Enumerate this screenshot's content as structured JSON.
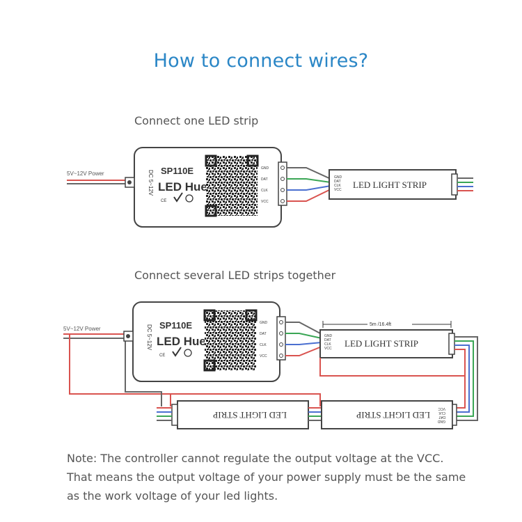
{
  "title": "How to connect wires?",
  "section1": {
    "heading": "Connect one LED strip",
    "power_label": "5V~12V Power",
    "controller": {
      "model": "SP110E",
      "brand": "LED Hue",
      "voltage": "DC 5~12V",
      "cert": "CE",
      "pins": [
        "GND",
        "DAT",
        "CLK",
        "VCC"
      ]
    },
    "strip_label": "LED LIGHT STRIP",
    "strip_pins": [
      "GND",
      "DAT",
      "CLK",
      "VCC"
    ]
  },
  "section2": {
    "heading": "Connect several LED strips together",
    "power_label": "5V~12V Power",
    "controller": {
      "model": "SP110E",
      "brand": "LED Hue",
      "voltage": "DC 5~12V",
      "cert": "CE",
      "pins": [
        "GND",
        "DAT",
        "CLK",
        "VCC"
      ]
    },
    "length_label": "5m /16.4ft",
    "strip_top_label": "LED LIGHT STRIP",
    "strip_left_label": "LED LIGHT STRIP",
    "strip_right_label": "LED LIGHT STRIP",
    "strip_pins": [
      "GND",
      "DAT",
      "CLK",
      "VCC"
    ]
  },
  "note": {
    "line1": "Note:  The controller cannot regulate the output voltage at the VCC.",
    "line2": "That means the output voltage of your power supply must be the same",
    "line3": "as the work voltage of your led lights."
  },
  "colors": {
    "title": "#2a86c6",
    "wire_red": "#d9534f",
    "wire_green": "#3aa655",
    "wire_blue": "#4a6fd0",
    "wire_gray": "#666666"
  }
}
